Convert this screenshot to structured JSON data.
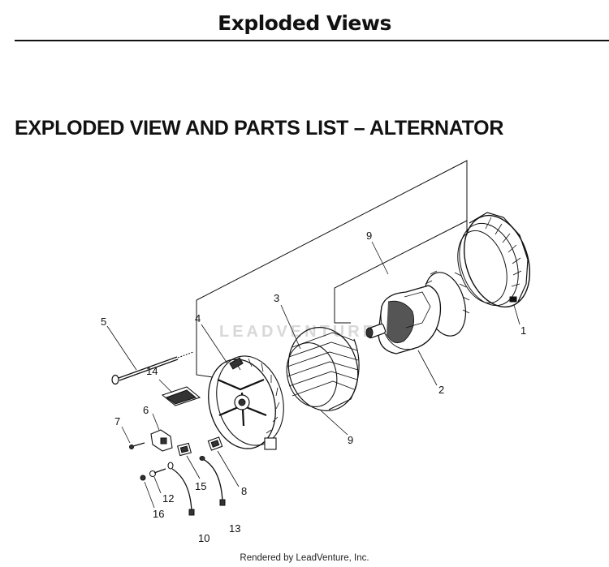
{
  "header": {
    "title": "Exploded Views"
  },
  "section": {
    "title": "EXPLODED VIEW AND PARTS LIST – ALTERNATOR"
  },
  "callouts": {
    "c1": "1",
    "c2": "2",
    "c3": "3",
    "c4": "4",
    "c5": "5",
    "c6": "6",
    "c7": "7",
    "c8": "8",
    "c9a": "9",
    "c9b": "9",
    "c10": "10",
    "c12": "12",
    "c13": "13",
    "c14": "14",
    "c15": "15",
    "c16": "16"
  },
  "watermark": {
    "text": "LEADVENTURE"
  },
  "footer": {
    "credit": "Rendered by LeadVenture, Inc."
  }
}
